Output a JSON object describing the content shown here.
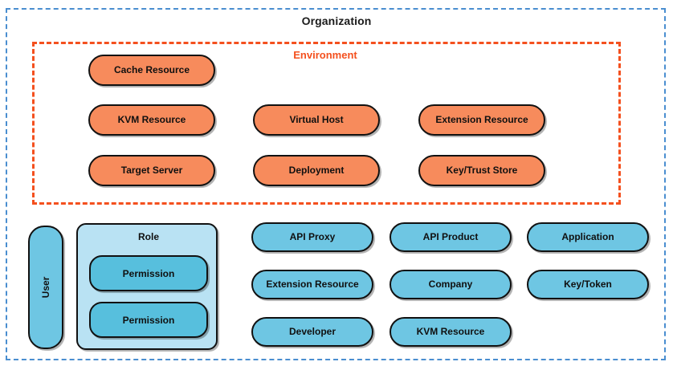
{
  "diagram": {
    "organization": {
      "title": "Organization",
      "border_color": "#4a8ed0"
    },
    "environment": {
      "title": "Environment",
      "border_color": "#f4501e",
      "fill_color": "#f78b5c",
      "entities": [
        {
          "label": "Cache Resource",
          "col": 1,
          "row": 1
        },
        {
          "label": "KVM Resource",
          "col": 1,
          "row": 2
        },
        {
          "label": "Target Server",
          "col": 1,
          "row": 3
        },
        {
          "label": "Virtual Host",
          "col": 2,
          "row": 2
        },
        {
          "label": "Deployment",
          "col": 2,
          "row": 3
        },
        {
          "label": "Extension Resource",
          "col": 3,
          "row": 2
        },
        {
          "label": "Key/Trust Store",
          "col": 3,
          "row": 3
        }
      ]
    },
    "org_entities": {
      "fill_color": "#6ec6e3",
      "items": [
        {
          "label": "API Proxy",
          "col": 1,
          "row": 1
        },
        {
          "label": "Extension Resource",
          "col": 1,
          "row": 2
        },
        {
          "label": "Developer",
          "col": 1,
          "row": 3
        },
        {
          "label": "API Product",
          "col": 2,
          "row": 1
        },
        {
          "label": "Company",
          "col": 2,
          "row": 2
        },
        {
          "label": "KVM Resource",
          "col": 2,
          "row": 3
        },
        {
          "label": "Application",
          "col": 3,
          "row": 1
        },
        {
          "label": "Key/Token",
          "col": 3,
          "row": 2
        }
      ]
    },
    "user": {
      "label": "User",
      "fill_color": "#6ec6e3"
    },
    "role": {
      "label": "Role",
      "fill_color": "#b9e2f3",
      "permission_fill_color": "#57bfdd",
      "permissions": [
        {
          "label": "Permission"
        },
        {
          "label": "Permission"
        }
      ]
    }
  }
}
